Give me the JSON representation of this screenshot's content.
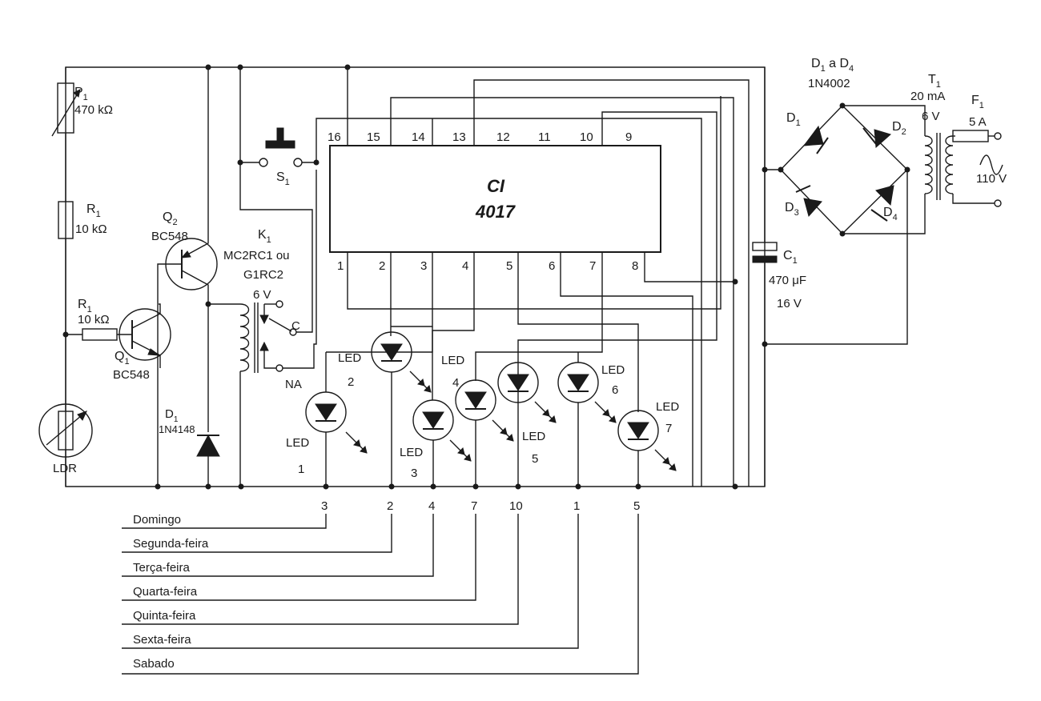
{
  "components": {
    "p1": {
      "name": "P",
      "sub": "1",
      "value": "470 kΩ"
    },
    "r1_top": {
      "name": "R",
      "sub": "1",
      "value": "10 kΩ"
    },
    "r1_base": {
      "name": "R",
      "sub": "1",
      "value": "10 kΩ"
    },
    "q1": {
      "name": "Q",
      "sub": "1",
      "part": "BC548"
    },
    "q2": {
      "name": "Q",
      "sub": "2",
      "part": "BC548"
    },
    "ldr": {
      "name": "LDR"
    },
    "d1_relay": {
      "name": "D",
      "sub": "1",
      "part": "1N4148"
    },
    "k1": {
      "name": "K",
      "sub": "1",
      "part_line1": "MC2RC1 ou",
      "part_line2": "G1RC2",
      "coil_v": "6 V",
      "c": "C",
      "na": "NA"
    },
    "s1": {
      "name": "S",
      "sub": "1"
    },
    "ic": {
      "name": "CI",
      "part": "4017"
    },
    "bridge": {
      "label_a": "D",
      "sub_a": "1",
      "mid": " a D",
      "sub_b": "4",
      "part": "1N4002",
      "d1": {
        "name": "D",
        "sub": "1"
      },
      "d2": {
        "name": "D",
        "sub": "2"
      },
      "d3": {
        "name": "D",
        "sub": "3"
      },
      "d4": {
        "name": "D",
        "sub": "4"
      }
    },
    "t1": {
      "name": "T",
      "sub": "1",
      "current": "20 mA",
      "voltage": "6 V"
    },
    "f1": {
      "name": "F",
      "sub": "1",
      "rating": "5 A"
    },
    "mains": {
      "voltage": "110 V"
    },
    "c1": {
      "name": "C",
      "sub": "1",
      "value": "470  μF",
      "voltage": "16 V"
    }
  },
  "ic_pins_top": [
    "16",
    "15",
    "14",
    "13",
    "12",
    "11",
    "10",
    "9"
  ],
  "ic_pins_bottom": [
    "1",
    "2",
    "3",
    "4",
    "5",
    "6",
    "7",
    "8"
  ],
  "leds": [
    {
      "word": "LED",
      "num": "1"
    },
    {
      "word": "LED",
      "num": "2"
    },
    {
      "word": "LED",
      "num": "3"
    },
    {
      "word": "LED",
      "num": "4"
    },
    {
      "word": "LED",
      "num": "5"
    },
    {
      "word": "LED",
      "num": "6"
    },
    {
      "word": "LED",
      "num": "7"
    }
  ],
  "outputs": [
    {
      "num": "3",
      "day": "Domingo"
    },
    {
      "num": "2",
      "day": "Segunda-feira"
    },
    {
      "num": "4",
      "day": "Terça-feira"
    },
    {
      "num": "7",
      "day": "Quarta-feira"
    },
    {
      "num": "10",
      "day": "Quinta-feira"
    },
    {
      "num": "1",
      "day": "Sexta-feira"
    },
    {
      "num": "5",
      "day": "Sabado"
    }
  ]
}
